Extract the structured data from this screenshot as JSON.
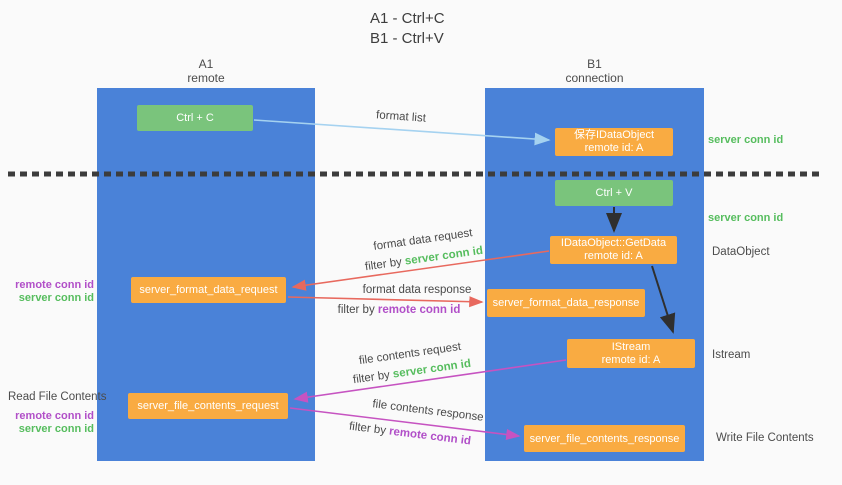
{
  "title": {
    "line1": "A1 - Ctrl+C",
    "line2": "B1 - Ctrl+V"
  },
  "columns": {
    "a": {
      "name": "A1",
      "subtitle": "remote"
    },
    "b": {
      "name": "B1",
      "subtitle": "connection"
    }
  },
  "nodes": {
    "ctrl_c": "Ctrl + C",
    "ctrl_v": "Ctrl + V",
    "save_dataobject": {
      "line1": "保存IDataObject",
      "line2": "remote id: A"
    },
    "getdata": {
      "line1": "IDataObject::GetData",
      "line2": "remote id: A"
    },
    "istream": {
      "line1": "IStream",
      "line2": "remote id: A"
    },
    "format_request": "server_format_data_request",
    "format_response": "server_format_data_response",
    "file_request": "server_file_contents_request",
    "file_response": "server_file_contents_response"
  },
  "labels": {
    "format_list": "format list",
    "filter_by": "filter by",
    "server_conn_id": "server conn id",
    "remote_conn_id": "remote conn id",
    "format_data_request": "format data request",
    "format_data_response": "format data response",
    "file_contents_request": "file contents request",
    "file_contents_response": "file contents response",
    "dataobject": "DataObject",
    "istream": "Istream",
    "read_file_contents": "Read File Contents",
    "write_file_contents": "Write File Contents"
  },
  "colors": {
    "background": "#fafafa",
    "column_blue": "#4a82d8",
    "box_green": "#7ac47c",
    "box_orange": "#f9ab42",
    "text_green": "#56bd5e",
    "text_purple": "#b14fc8",
    "arrow_red": "#e8695e",
    "arrow_magenta": "#c653c1",
    "arrow_light_blue": "#a5d2f0",
    "arrow_black": "#2f2f2f",
    "label_gray": "#4a4a4a"
  }
}
